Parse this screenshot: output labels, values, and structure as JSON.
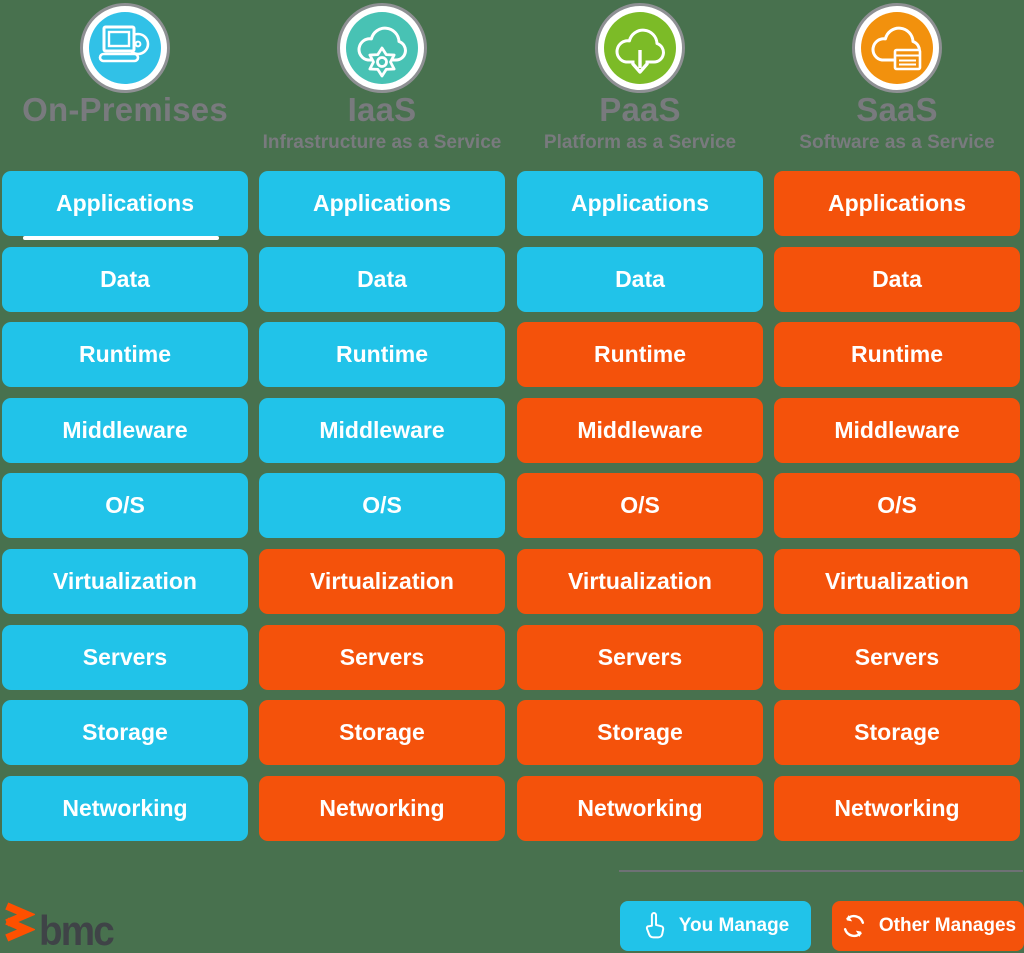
{
  "colors": {
    "background": "#48714E",
    "you_manage": "#21C3E9",
    "other_manages": "#F4520B",
    "header_text": "#797A7E",
    "ring": "#8E9093",
    "divider": "#6E7175",
    "icon_on_premises": "#31C1E7",
    "icon_iaas": "#48C2B4",
    "icon_paas": "#7CBB27",
    "icon_saas": "#F2910D",
    "brand_orange": "#FE5000",
    "brand_text": "#3F4347",
    "box_text": "#FFFFFF"
  },
  "layers": [
    {
      "key": "applications",
      "label": "Applications"
    },
    {
      "key": "data",
      "label": "Data"
    },
    {
      "key": "runtime",
      "label": "Runtime"
    },
    {
      "key": "middleware",
      "label": "Middleware"
    },
    {
      "key": "os",
      "label": "O/S"
    },
    {
      "key": "virtualization",
      "label": "Virtualization"
    },
    {
      "key": "servers",
      "label": "Servers"
    },
    {
      "key": "storage",
      "label": "Storage"
    },
    {
      "key": "networking",
      "label": "Networking"
    }
  ],
  "columns": [
    {
      "key": "on-premises",
      "title": "On-Premises",
      "subtitle": "",
      "icon": "laptop-disc-icon",
      "managed": [
        "you",
        "you",
        "you",
        "you",
        "you",
        "you",
        "you",
        "you",
        "you"
      ]
    },
    {
      "key": "iaas",
      "title": "IaaS",
      "subtitle": "Infrastructure as a Service",
      "icon": "cloud-gear-icon",
      "managed": [
        "you",
        "you",
        "you",
        "you",
        "you",
        "other",
        "other",
        "other",
        "other"
      ]
    },
    {
      "key": "paas",
      "title": "PaaS",
      "subtitle": "Platform as a Service",
      "icon": "cloud-download-icon",
      "managed": [
        "you",
        "you",
        "other",
        "other",
        "other",
        "other",
        "other",
        "other",
        "other"
      ]
    },
    {
      "key": "saas",
      "title": "SaaS",
      "subtitle": "Software as a Service",
      "icon": "cloud-app-icon",
      "managed": [
        "other",
        "other",
        "other",
        "other",
        "other",
        "other",
        "other",
        "other",
        "other"
      ]
    }
  ],
  "legend": {
    "you_manage": "You Manage",
    "other_manages": "Other Manages"
  },
  "brand": {
    "name": "bmc"
  }
}
